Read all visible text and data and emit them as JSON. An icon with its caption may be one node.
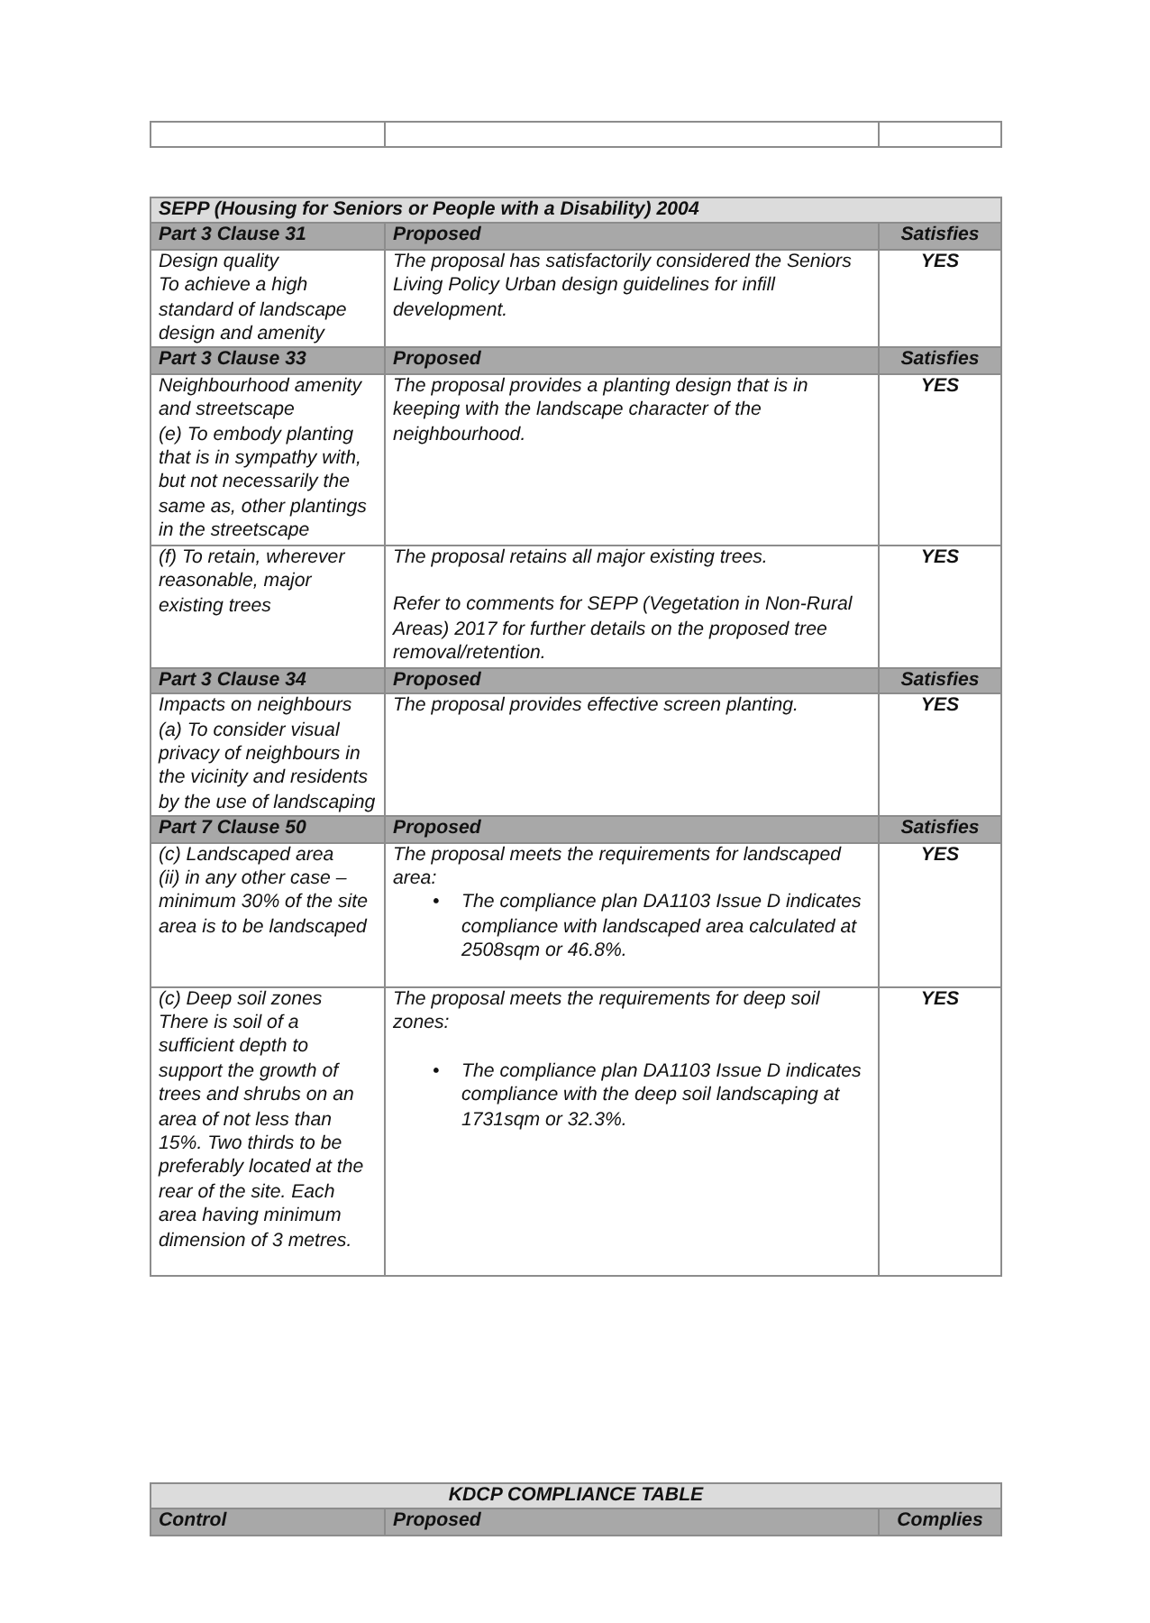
{
  "diagram": {
    "labels": [
      "SEPP (Housing for Seniors or People with a Disability) 2004",
      "Part 3 Clause 31",
      "Proposed",
      "Satisfies",
      "Design quality",
      "To achieve a high standard of landscape design and amenity",
      "The proposal has satisfactorily considered the Seniors Living Policy Urban design guidelines for infill development.",
      "YES",
      "Part 3 Clause 33",
      "Proposed",
      "Satisfies",
      "Neighbourhood amenity and streetscape",
      "(e) To embody planting that is in sympathy with, but not necessarily the same as, other plantings in the streetscape",
      "The proposal provides a planting design that is in keeping with the landscape character of the neighbourhood.",
      "YES",
      "(f) To retain, wherever reasonable, major existing trees",
      "The proposal retains all major existing trees.",
      "Refer to comments for SEPP (Vegetation in Non-Rural Areas) 2017 for further details on the proposed tree removal/retention.",
      "YES",
      "Part 3 Clause 34",
      "Proposed",
      "Satisfies",
      "Impacts on neighbours",
      "(a) To consider visual privacy of neighbours in the vicinity and residents by the use of landscaping",
      "The proposal provides effective screen planting.",
      "YES",
      "Part 7 Clause 50",
      "Proposed",
      "Satisfies",
      "(c) Landscaped area",
      "(ii) in any other case – minimum 30% of the site area is to be landscaped",
      "The proposal meets the requirements for landscaped area:",
      "•",
      "The compliance plan DA1103 Issue D indicates compliance with landscaped area calculated at 2508sqm or 46.8%.",
      "YES",
      "(c) Deep soil zones",
      "There is soil of a sufficient depth to support the growth of trees and shrubs on an area of not less than 15%. Two thirds to be preferably located at the rear of the site. Each area having minimum dimension of 3 metres.",
      "The proposal meets the requirements for deep soil zones:",
      "•",
      "The compliance plan DA1103 Issue D indicates compliance with the deep soil landscaping at 1731sqm or 32.3%.",
      "YES",
      "KDCP COMPLIANCE TABLE",
      "Control",
      "Proposed",
      "Complies"
    ]
  }
}
